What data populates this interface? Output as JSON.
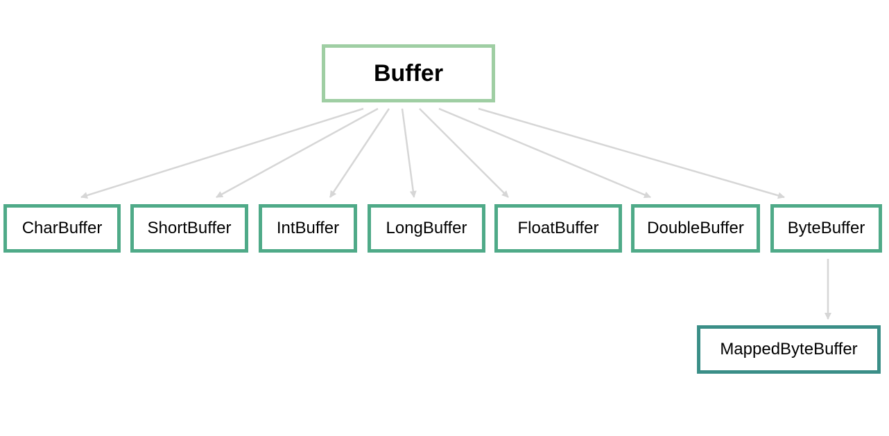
{
  "root": {
    "label": "Buffer"
  },
  "children": [
    {
      "label": "CharBuffer"
    },
    {
      "label": "ShortBuffer"
    },
    {
      "label": "IntBuffer"
    },
    {
      "label": "LongBuffer"
    },
    {
      "label": "FloatBuffer"
    },
    {
      "label": "DoubleBuffer"
    },
    {
      "label": "ByteBuffer"
    }
  ],
  "grandchild": {
    "label": "MappedByteBuffer",
    "parent": "ByteBuffer"
  },
  "colors": {
    "root_border": "#9fcea3",
    "child_border": "#4faa88",
    "grandchild_border": "#3a8e87",
    "arrow": "#d6d6d6"
  }
}
